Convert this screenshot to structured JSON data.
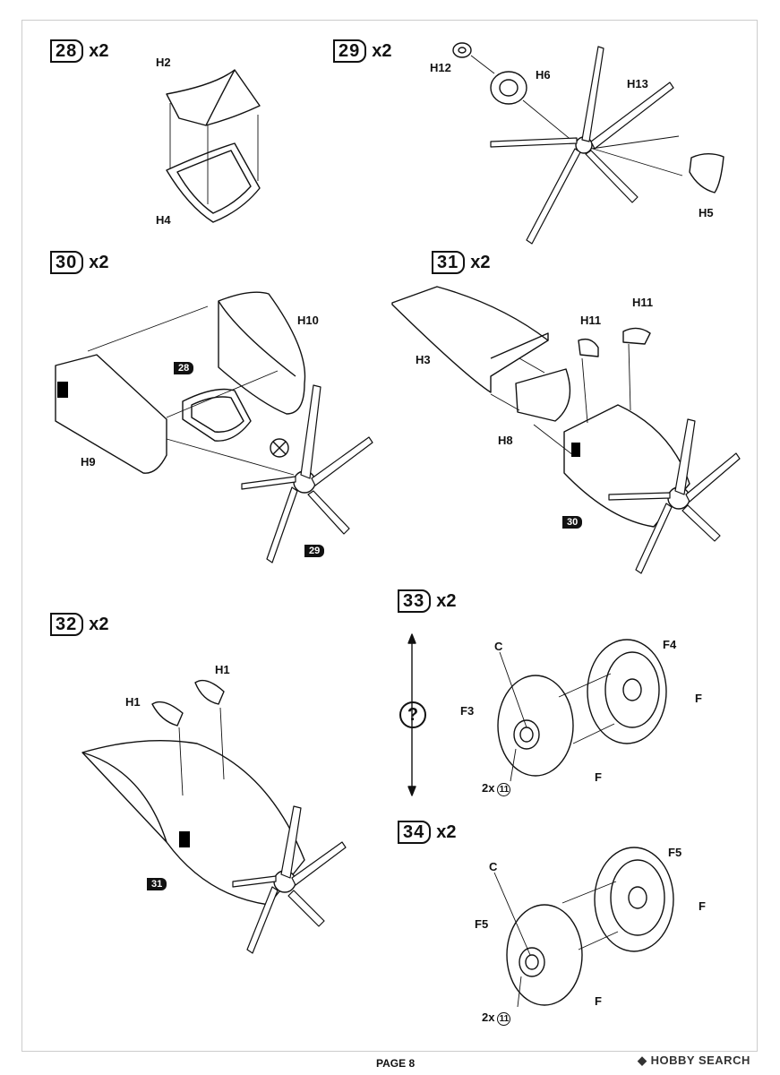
{
  "steps": {
    "s28": {
      "num": "28",
      "mult": "x2",
      "labels": {
        "h2": "H2",
        "h4": "H4"
      }
    },
    "s29": {
      "num": "29",
      "mult": "x2",
      "labels": {
        "h12": "H12",
        "h6": "H6",
        "h13": "H13",
        "h5": "H5"
      }
    },
    "s30": {
      "num": "30",
      "mult": "x2",
      "labels": {
        "h10": "H10",
        "h9": "H9"
      },
      "ref": "28",
      "ref2": "29"
    },
    "s31": {
      "num": "31",
      "mult": "x2",
      "labels": {
        "h11a": "H11",
        "h11b": "H11",
        "h3": "H3",
        "h8": "H8"
      },
      "ref": "30"
    },
    "s32": {
      "num": "32",
      "mult": "x2",
      "labels": {
        "h1a": "H1",
        "h1b": "H1"
      },
      "ref": "31"
    },
    "s33": {
      "num": "33",
      "mult": "x2",
      "labels": {
        "c": "C",
        "f4": "F4",
        "f3": "F3",
        "f_a": "F",
        "f_b": "F",
        "qty": "2x",
        "part": "11"
      },
      "question": "?"
    },
    "s34": {
      "num": "34",
      "mult": "x2",
      "labels": {
        "c": "C",
        "f5a": "F5",
        "f5b": "F5",
        "f_a": "F",
        "f_b": "F",
        "qty": "2x",
        "part": "11"
      }
    }
  },
  "footer": {
    "page_label": "PAGE",
    "page_num": "8"
  },
  "watermark": {
    "text": "HOBBY SEARCH"
  }
}
